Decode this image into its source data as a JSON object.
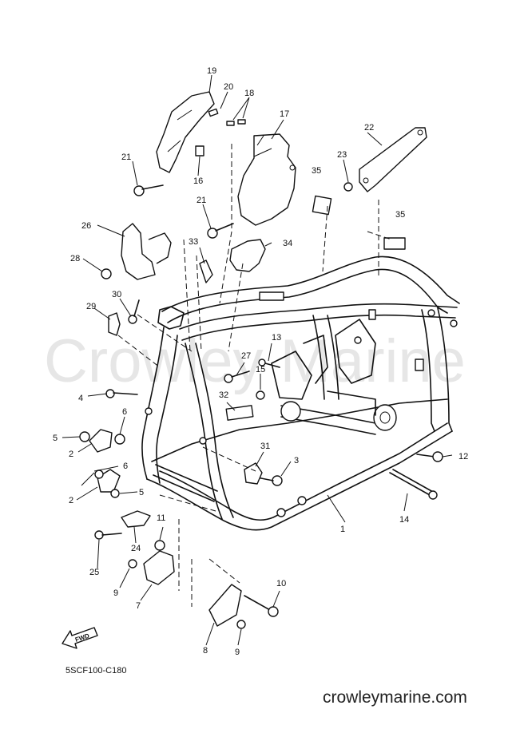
{
  "watermark": "Crowley Marine",
  "diagram_code": "5SCF100-C180",
  "website": "crowleymarine.com",
  "fwd_label": "FWD",
  "callouts": [
    {
      "id": "c1",
      "text": "1"
    },
    {
      "id": "c2a",
      "text": "2"
    },
    {
      "id": "c2b",
      "text": "2"
    },
    {
      "id": "c3",
      "text": "3"
    },
    {
      "id": "c4",
      "text": "4"
    },
    {
      "id": "c5a",
      "text": "5"
    },
    {
      "id": "c5b",
      "text": "5"
    },
    {
      "id": "c6a",
      "text": "6"
    },
    {
      "id": "c6b",
      "text": "6"
    },
    {
      "id": "c7",
      "text": "7"
    },
    {
      "id": "c8",
      "text": "8"
    },
    {
      "id": "c9a",
      "text": "9"
    },
    {
      "id": "c9b",
      "text": "9"
    },
    {
      "id": "c10",
      "text": "10"
    },
    {
      "id": "c11",
      "text": "11"
    },
    {
      "id": "c12",
      "text": "12"
    },
    {
      "id": "c13",
      "text": "13"
    },
    {
      "id": "c14",
      "text": "14"
    },
    {
      "id": "c15",
      "text": "15"
    },
    {
      "id": "c16",
      "text": "16"
    },
    {
      "id": "c17",
      "text": "17"
    },
    {
      "id": "c18",
      "text": "18"
    },
    {
      "id": "c19",
      "text": "19"
    },
    {
      "id": "c20",
      "text": "20"
    },
    {
      "id": "c21a",
      "text": "21"
    },
    {
      "id": "c21b",
      "text": "21"
    },
    {
      "id": "c22",
      "text": "22"
    },
    {
      "id": "c23",
      "text": "23"
    },
    {
      "id": "c24",
      "text": "24"
    },
    {
      "id": "c25",
      "text": "25"
    },
    {
      "id": "c26",
      "text": "26"
    },
    {
      "id": "c27",
      "text": "27"
    },
    {
      "id": "c28",
      "text": "28"
    },
    {
      "id": "c29",
      "text": "29"
    },
    {
      "id": "c30",
      "text": "30"
    },
    {
      "id": "c31",
      "text": "31"
    },
    {
      "id": "c32",
      "text": "32"
    },
    {
      "id": "c33",
      "text": "33"
    },
    {
      "id": "c34",
      "text": "34"
    },
    {
      "id": "c35a",
      "text": "35"
    },
    {
      "id": "c35b",
      "text": "35"
    }
  ]
}
